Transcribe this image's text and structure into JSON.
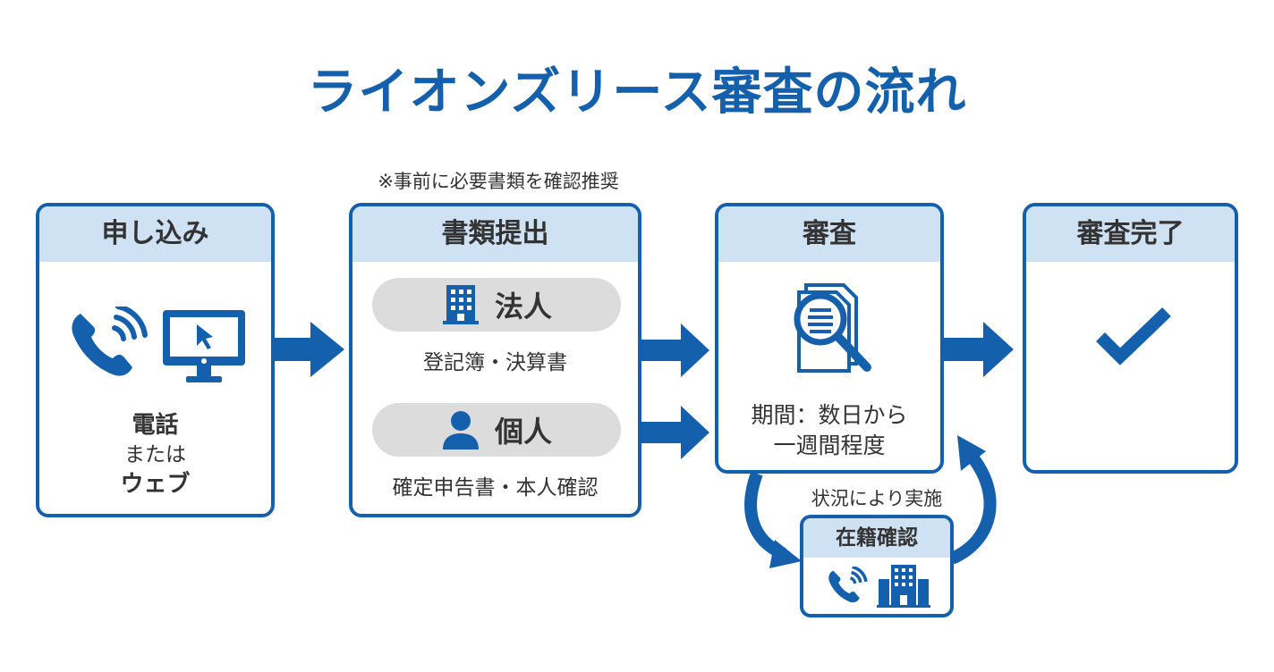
{
  "title": "ライオンズリース審査の流れ",
  "colors": {
    "primary": "#1560ad",
    "header_bg": "#cfe2f3",
    "pill_bg": "#dcdcdc",
    "text": "#333333"
  },
  "steps": [
    {
      "id": "apply",
      "heading": "申し込み",
      "icons": [
        "phone-icon",
        "computer-monitor-icon"
      ],
      "line1": "電話",
      "line2": "または",
      "line3": "ウェブ"
    },
    {
      "id": "documents",
      "heading": "書類提出",
      "note": "※事前に必要書類を確認推奨",
      "groups": [
        {
          "label": "法人",
          "icon": "building-icon",
          "detail": "登記簿・決算書"
        },
        {
          "label": "個人",
          "icon": "person-icon",
          "detail": "確定申告書・本人確認"
        }
      ]
    },
    {
      "id": "review",
      "heading": "審査",
      "icon": "document-search-icon",
      "line1": "期間：数日から",
      "line2": "一週間程度"
    },
    {
      "id": "complete",
      "heading": "審査完了",
      "icon": "checkmark-icon"
    }
  ],
  "side_step": {
    "heading": "在籍確認",
    "caption": "状況により実施",
    "icons": [
      "phone-icon",
      "office-building-icon"
    ]
  }
}
